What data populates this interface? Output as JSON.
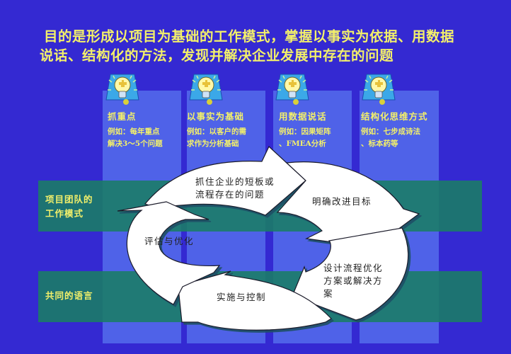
{
  "title": {
    "line1": "目的是形成以项目为基础的工作模式，掌握以事实为依据、用数据",
    "line2": "说话、结构化的方法，发现并解决企业发展中存在的问题"
  },
  "columns": [
    {
      "heading": "抓重点",
      "example_line1": "例如：每年重点",
      "example_line2": "解决3～5个问题",
      "icon": "lightbulb-puzzle-icon"
    },
    {
      "heading": "以事实为基础",
      "example_line1": "例如：以客户的需",
      "example_line2": "求作为分析基础",
      "icon": "lightbulb-puzzle-icon"
    },
    {
      "heading": "用数据说话",
      "example_line1": "例如：因果矩阵",
      "example_line2": "、FMEA分析",
      "icon": "lightbulb-puzzle-icon"
    },
    {
      "heading": "结构化思维方式",
      "example_line1": "例如：七步成诗法",
      "example_line2": "、标本药等",
      "icon": "lightbulb-puzzle-icon"
    }
  ],
  "bands": [
    {
      "label_line1": "项目团队的",
      "label_line2": "工作模式"
    },
    {
      "label_line1": "共同的语言",
      "label_line2": ""
    }
  ],
  "cycle": {
    "steps": [
      {
        "line1": "抓住企业的短板或",
        "line2": "流程存在的问题"
      },
      {
        "line1": "明确改进目标"
      },
      {
        "line1": "设计流程优化",
        "line2": "方案或解决方",
        "line3": "案"
      },
      {
        "line1": "实施与控制"
      },
      {
        "line1": "评估与优化"
      }
    ]
  },
  "colors": {
    "background": "#3429d2",
    "column": "#5a78f0",
    "band": "#1a7d64",
    "text_yellow": "#f3f06a",
    "arrow_fill": "#ffffff"
  }
}
